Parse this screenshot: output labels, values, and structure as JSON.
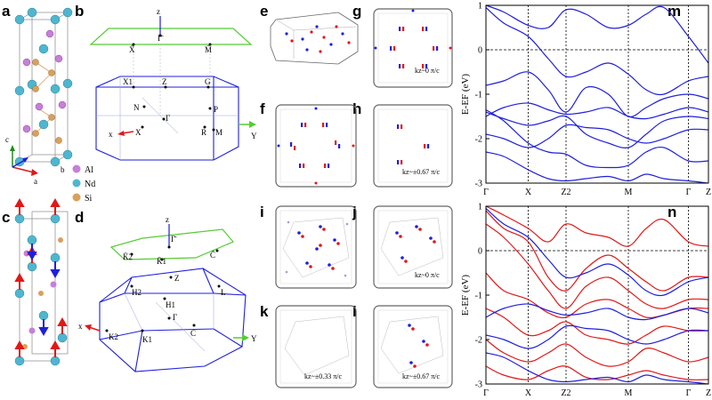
{
  "panel_labels": {
    "a": "a",
    "b": "b",
    "c": "c",
    "d": "d",
    "e": "e",
    "f": "f",
    "g": "g",
    "h": "h",
    "i": "i",
    "j": "j",
    "k": "k",
    "l": "l",
    "m": "m",
    "n": "n"
  },
  "crystal": {
    "axis_c": "c",
    "axis_a": "a",
    "axis_b": "b",
    "legend": [
      {
        "label": "Al",
        "color": "#c77fd9"
      },
      {
        "label": "Nd",
        "color": "#4fb6cf"
      },
      {
        "label": "Si",
        "color": "#d9a05b"
      }
    ]
  },
  "bz_b": {
    "axis_z": "z",
    "axis_x": "x",
    "axis_y": "Y",
    "surface_points": [
      "Γ̄",
      "X̄",
      "M̄"
    ],
    "bulk_points": [
      "X1",
      "Z",
      "G",
      "N",
      "P",
      "Γ",
      "X",
      "R",
      "M"
    ]
  },
  "bz_d": {
    "axis_z": "z",
    "axis_x": "x",
    "axis_y": "Y",
    "surface_points": [
      "Γ̄",
      "K̄2",
      "K̄1",
      "C̄"
    ],
    "bulk_points": [
      "Z",
      "H2",
      "L",
      "H1",
      "Γ",
      "K2",
      "K1",
      "C"
    ]
  },
  "slice_labels": {
    "g": "kz~0 π/c",
    "h": "kz~±0.67 π/c",
    "j": "kz~0 π/c",
    "k": "kz~±0.33 π/c",
    "l": "kz~±0.67 π/c"
  },
  "colors": {
    "spin_up": "#1f1fdc",
    "spin_dn": "#e01818",
    "bz_green": "#55cc33",
    "atom_al": "#c77fd9",
    "atom_nd": "#4fb6cf",
    "atom_si": "#d9a05b"
  },
  "chart_data": [
    {
      "type": "line",
      "panel": "m",
      "ylabel": "E-EF (eV)",
      "ylim": [
        -3,
        1
      ],
      "y_ticks": [
        1,
        0,
        -1,
        -2,
        -3
      ],
      "x_ticks": [
        {
          "label": "Γ",
          "pos": 0
        },
        {
          "label": "X",
          "pos": 0.19
        },
        {
          "label": "Z2",
          "pos": 0.36
        },
        {
          "label": "M",
          "pos": 0.64
        },
        {
          "label": "Γ",
          "pos": 0.91
        },
        {
          "label": "Z",
          "pos": 1.0
        }
      ],
      "series": [
        {
          "color": "#1f1fdc",
          "x": [
            0,
            0.08,
            0.19,
            0.28,
            0.36,
            0.45,
            0.55,
            0.64,
            0.72,
            0.8,
            0.91,
            1.0
          ],
          "y": [
            -1.35,
            -1.6,
            -2.1,
            -2.3,
            -2.35,
            -2.6,
            -2.65,
            -2.6,
            -2.3,
            -2.2,
            -2.5,
            -2.5
          ]
        },
        {
          "color": "#1f1fdc",
          "x": [
            0,
            0.08,
            0.19,
            0.28,
            0.36,
            0.45,
            0.55,
            0.64,
            0.72,
            0.8,
            0.91,
            1.0
          ],
          "y": [
            -1.4,
            -1.55,
            -1.7,
            -1.6,
            -1.5,
            -1.9,
            -2.1,
            -2.2,
            -1.9,
            -1.6,
            -1.5,
            -1.55
          ]
        },
        {
          "color": "#1f1fdc",
          "x": [
            0,
            0.08,
            0.19,
            0.28,
            0.36,
            0.45,
            0.55,
            0.64,
            0.72,
            0.8,
            0.91,
            1.0
          ],
          "y": [
            -1.5,
            -1.3,
            -1.2,
            -1.35,
            -1.45,
            -1.4,
            -1.3,
            -1.5,
            -1.55,
            -1.45,
            -1.3,
            -1.4
          ]
        },
        {
          "color": "#1f1fdc",
          "x": [
            0,
            0.08,
            0.19,
            0.28,
            0.36,
            0.45,
            0.55,
            0.64,
            0.72,
            0.8,
            0.91,
            1.0
          ],
          "y": [
            -0.8,
            -0.7,
            -0.5,
            -0.9,
            -1.4,
            -0.85,
            -1.0,
            -1.5,
            -1.3,
            -1.1,
            -1.0,
            -1.1
          ]
        },
        {
          "color": "#1f1fdc",
          "x": [
            0,
            0.08,
            0.19,
            0.28,
            0.36,
            0.45,
            0.55,
            0.64,
            0.72,
            0.8,
            0.91,
            1.0
          ],
          "y": [
            0.95,
            0.6,
            0.3,
            -0.2,
            -0.6,
            -0.5,
            -0.3,
            -0.55,
            -0.9,
            -1.0,
            -0.7,
            -0.6
          ]
        },
        {
          "color": "#1f1fdc",
          "x": [
            0,
            0.08,
            0.19,
            0.28,
            0.36,
            0.45,
            0.55,
            0.64,
            0.72,
            0.8,
            0.91,
            1.0
          ],
          "y": [
            1.0,
            0.85,
            0.55,
            0.5,
            0.9,
            0.8,
            0.5,
            0.55,
            0.8,
            0.95,
            0.3,
            -0.3
          ]
        },
        {
          "color": "#1f1fdc",
          "x": [
            0,
            0.08,
            0.19,
            0.28,
            0.36,
            0.45,
            0.55,
            0.64,
            0.72,
            0.8,
            0.91,
            1.0
          ],
          "y": [
            -2.3,
            -2.4,
            -2.7,
            -2.9,
            -2.95,
            -2.9,
            -2.85,
            -2.95,
            -2.8,
            -2.9,
            -2.95,
            -3.0
          ]
        },
        {
          "color": "#1f1fdc",
          "x": [
            0,
            0.08,
            0.19,
            0.28,
            0.36,
            0.45,
            0.55,
            0.64,
            0.72,
            0.8,
            0.91,
            1.0
          ],
          "y": [
            -1.9,
            -2.0,
            -2.2,
            -2.0,
            -1.7,
            -1.75,
            -1.8,
            -2.0,
            -2.1,
            -2.0,
            -1.8,
            -1.8
          ]
        }
      ]
    },
    {
      "type": "line",
      "panel": "n",
      "ylabel": "E-EF (eV)",
      "ylim": [
        -3,
        1
      ],
      "y_ticks": [
        1,
        0,
        -1,
        -2,
        -3
      ],
      "x_ticks": [
        {
          "label": "Γ",
          "pos": 0
        },
        {
          "label": "X",
          "pos": 0.19
        },
        {
          "label": "Z2",
          "pos": 0.36
        },
        {
          "label": "M",
          "pos": 0.64
        },
        {
          "label": "Γ",
          "pos": 0.91
        },
        {
          "label": "Z",
          "pos": 1.0
        }
      ],
      "series": [
        {
          "color": "#e01818",
          "x": [
            0,
            0.08,
            0.19,
            0.28,
            0.36,
            0.45,
            0.55,
            0.64,
            0.72,
            0.8,
            0.91,
            1.0
          ],
          "y": [
            0.9,
            0.5,
            0.2,
            -0.6,
            -0.9,
            -0.4,
            -0.1,
            -0.4,
            -0.7,
            -0.9,
            -0.6,
            -0.6
          ]
        },
        {
          "color": "#e01818",
          "x": [
            0,
            0.08,
            0.19,
            0.28,
            0.36,
            0.45,
            0.55,
            0.64,
            0.72,
            0.8,
            0.91,
            1.0
          ],
          "y": [
            0.6,
            0.3,
            -0.3,
            -0.9,
            -1.3,
            -0.8,
            -0.6,
            -0.9,
            -1.2,
            -1.3,
            -1.1,
            -1.1
          ]
        },
        {
          "color": "#e01818",
          "x": [
            0,
            0.08,
            0.19,
            0.28,
            0.36,
            0.45,
            0.55,
            0.64,
            0.72,
            0.8,
            0.91,
            1.0
          ],
          "y": [
            -0.5,
            -0.9,
            -1.1,
            -1.4,
            -1.5,
            -1.2,
            -1.1,
            -1.3,
            -1.5,
            -1.45,
            -1.3,
            -1.3
          ]
        },
        {
          "color": "#e01818",
          "x": [
            0,
            0.08,
            0.19,
            0.28,
            0.36,
            0.45,
            0.55,
            0.64,
            0.72,
            0.8,
            0.91,
            1.0
          ],
          "y": [
            -1.3,
            -1.5,
            -1.9,
            -1.8,
            -1.6,
            -1.9,
            -2.0,
            -2.1,
            -1.9,
            -1.7,
            -1.8,
            -1.8
          ]
        },
        {
          "color": "#e01818",
          "x": [
            0,
            0.08,
            0.19,
            0.28,
            0.36,
            0.45,
            0.55,
            0.64,
            0.72,
            0.8,
            0.91,
            1.0
          ],
          "y": [
            -2.0,
            -2.3,
            -2.5,
            -2.3,
            -2.1,
            -2.4,
            -2.6,
            -2.5,
            -2.2,
            -2.3,
            -2.5,
            -2.4
          ]
        },
        {
          "color": "#e01818",
          "x": [
            0,
            0.08,
            0.19,
            0.28,
            0.36,
            0.45,
            0.55,
            0.64,
            0.72,
            0.8,
            0.91,
            1.0
          ],
          "y": [
            -2.6,
            -2.8,
            -2.9,
            -2.7,
            -2.6,
            -2.85,
            -2.9,
            -2.8,
            -2.7,
            -2.8,
            -2.9,
            -2.9
          ]
        },
        {
          "color": "#e01818",
          "x": [
            0,
            0.08,
            0.19,
            0.28,
            0.36,
            0.45,
            0.55,
            0.64,
            0.72,
            0.8,
            0.91,
            1.0
          ],
          "y": [
            1.0,
            0.8,
            0.5,
            0.2,
            0.6,
            0.4,
            0.3,
            0.1,
            0.5,
            0.7,
            0.2,
            0.1
          ]
        },
        {
          "color": "#1f1fdc",
          "x": [
            0,
            0.08,
            0.19,
            0.28,
            0.36,
            0.45,
            0.55,
            0.64,
            0.72,
            0.8,
            0.91,
            1.0
          ],
          "y": [
            0.95,
            0.6,
            0.3,
            -0.2,
            -0.6,
            -0.5,
            -0.3,
            -0.55,
            -0.9,
            -1.0,
            -0.7,
            -0.6
          ]
        },
        {
          "color": "#1f1fdc",
          "x": [
            0,
            0.08,
            0.19,
            0.28,
            0.36,
            0.45,
            0.55,
            0.64,
            0.72,
            0.8,
            0.91,
            1.0
          ],
          "y": [
            -1.5,
            -1.3,
            -1.2,
            -1.35,
            -1.45,
            -1.4,
            -1.3,
            -1.5,
            -1.55,
            -1.45,
            -1.3,
            -1.4
          ]
        },
        {
          "color": "#1f1fdc",
          "x": [
            0,
            0.08,
            0.19,
            0.28,
            0.36,
            0.45,
            0.55,
            0.64,
            0.72,
            0.8,
            0.91,
            1.0
          ],
          "y": [
            -1.9,
            -2.0,
            -2.2,
            -2.0,
            -1.7,
            -1.75,
            -1.8,
            -2.0,
            -2.1,
            -2.0,
            -1.8,
            -1.8
          ]
        },
        {
          "color": "#1f1fdc",
          "x": [
            0,
            0.08,
            0.19,
            0.28,
            0.36,
            0.45,
            0.55,
            0.64,
            0.72,
            0.8,
            0.91,
            1.0
          ],
          "y": [
            -2.3,
            -2.4,
            -2.7,
            -2.9,
            -2.95,
            -2.9,
            -2.85,
            -2.95,
            -2.8,
            -2.9,
            -2.95,
            -3.0
          ]
        }
      ]
    }
  ]
}
